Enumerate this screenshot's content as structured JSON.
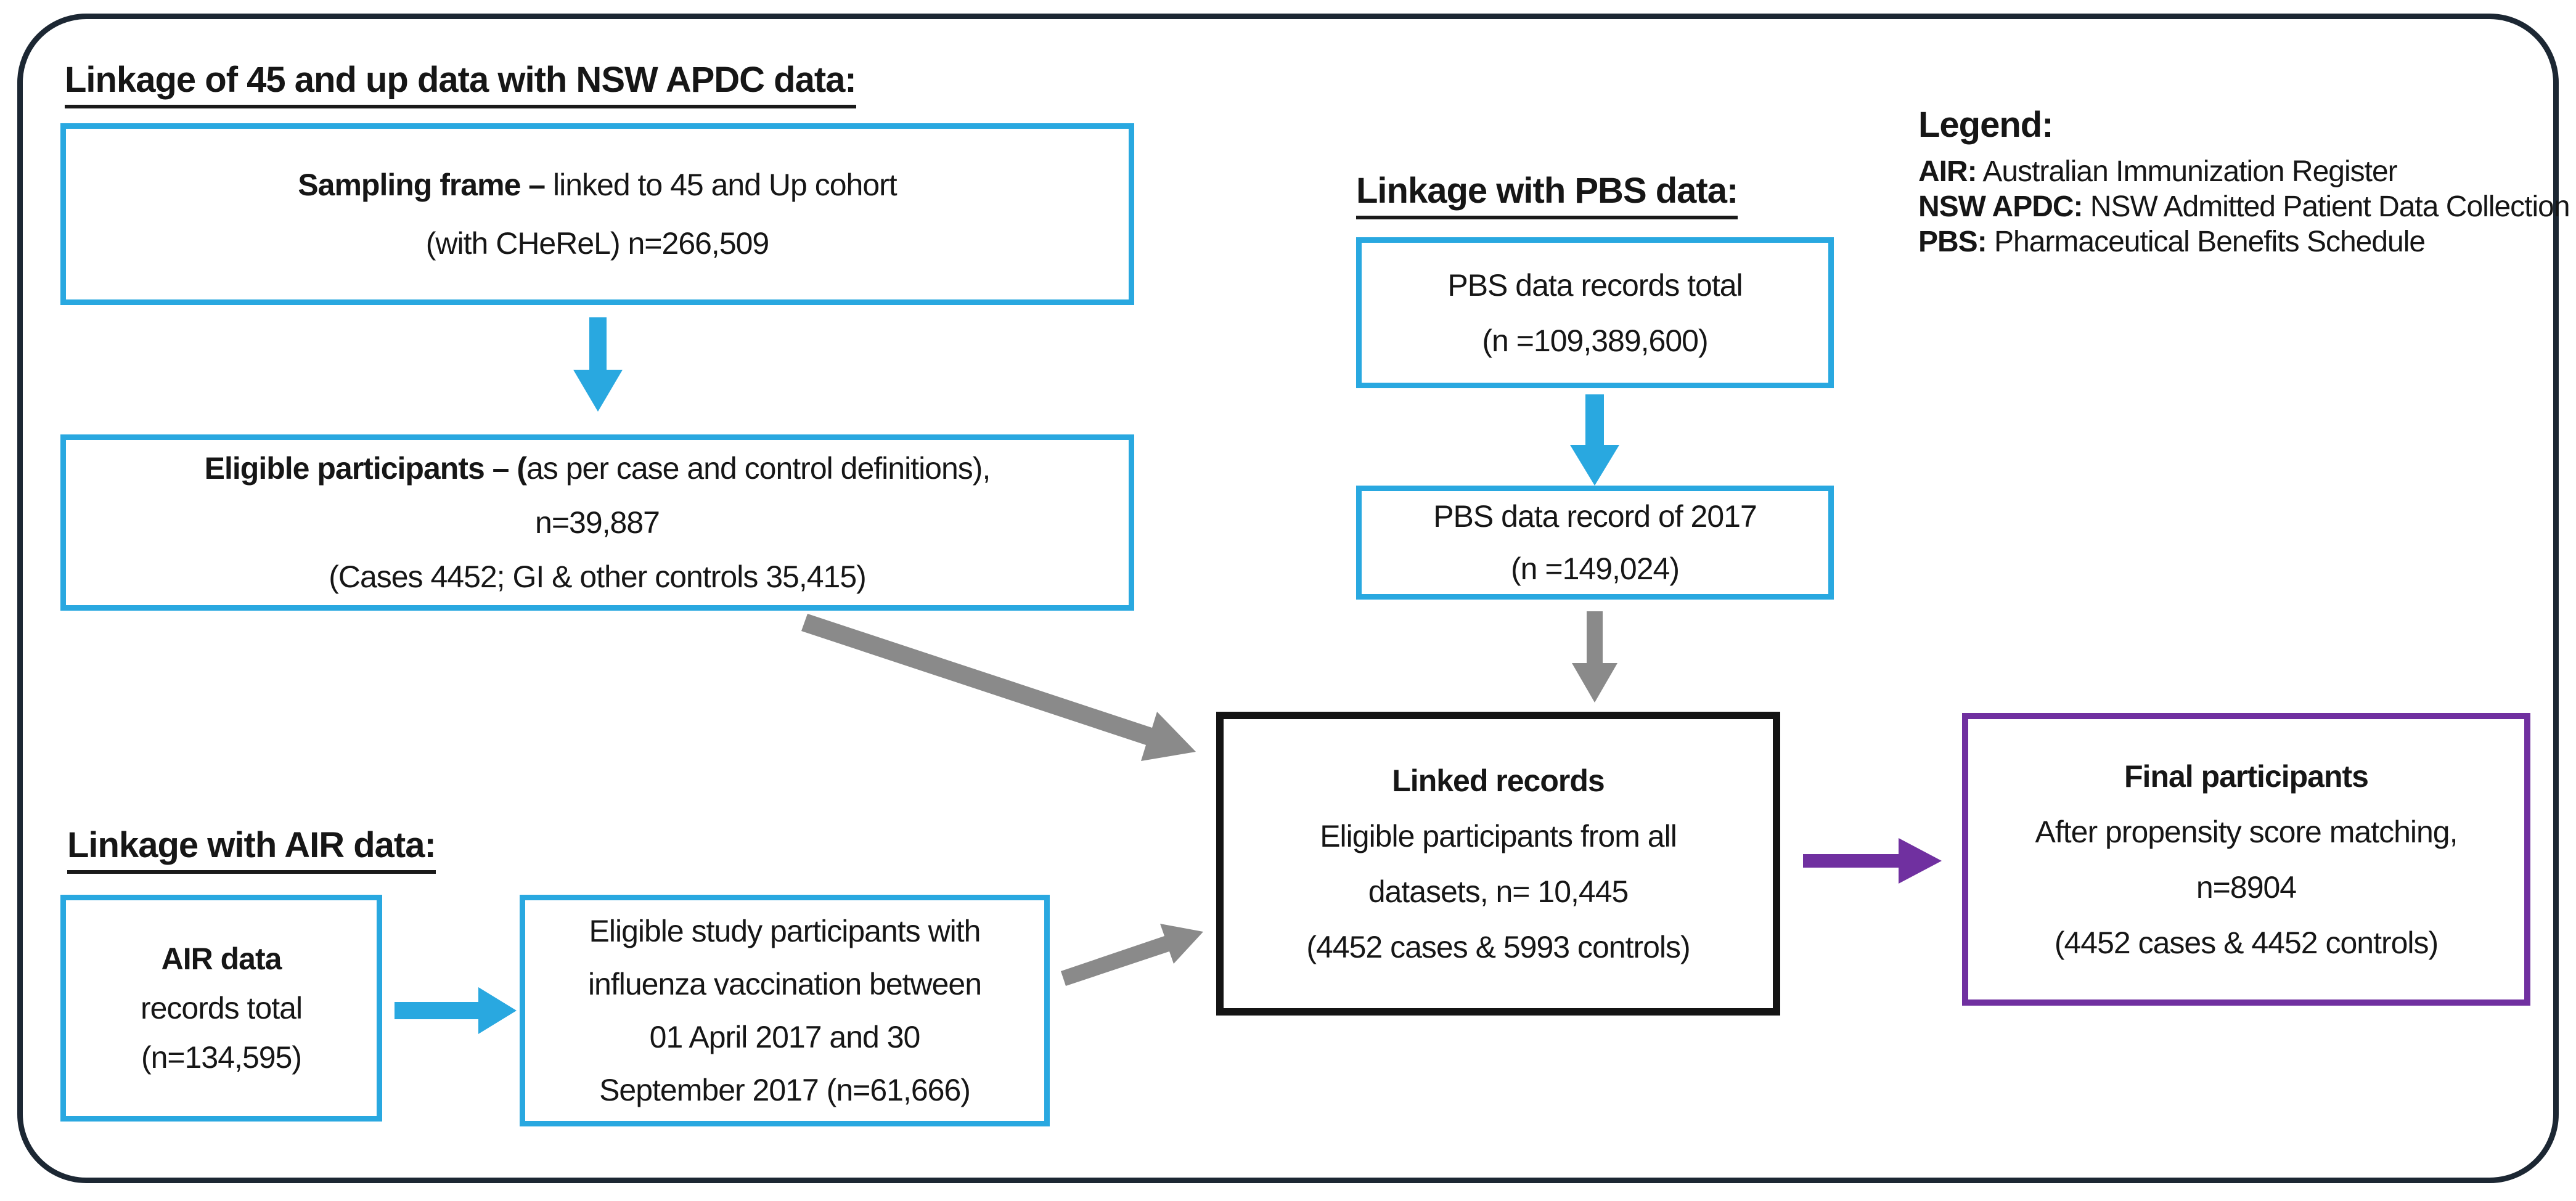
{
  "colors": {
    "blue": "#29A8E0",
    "gray": "#8A8A8A",
    "purple": "#7030A0",
    "box_black": "#141414",
    "frame": "#1C2733",
    "text": "#161616"
  },
  "sections": {
    "apdc": {
      "heading": "Linkage of 45 and up data with NSW APDC data:",
      "box_sampling": {
        "line1_bold": "Sampling frame – ",
        "line1_rest": "linked to 45 and Up cohort",
        "line2": "(with CHeReL) n=266,509"
      },
      "box_eligible": {
        "line1_bold": "Eligible participants – (",
        "line1_rest": "as per case and control definitions),",
        "line2": "n=39,887",
        "line3": "(Cases 4452; GI & other controls 35,415)"
      }
    },
    "pbs": {
      "heading": "Linkage with PBS data:",
      "box_total": {
        "line1": "PBS data records total",
        "line2": "(n =109,389,600)"
      },
      "box_2017": {
        "line1": "PBS data record of 2017",
        "line2": "(n =149,024)"
      }
    },
    "air": {
      "heading": "Linkage with AIR data:",
      "box_total": {
        "line1_bold": "AIR data",
        "line2": "records total",
        "line3": "(n=134,595)"
      },
      "box_vax": {
        "line1": "Eligible study participants with",
        "line2": "influenza vaccination between",
        "line3": "01 April 2017 and 30",
        "line4": "September 2017 (n=61,666)"
      }
    },
    "linked": {
      "line1_bold": "Linked records",
      "line2": "Eligible participants from all",
      "line3": "datasets, n= 10,445",
      "line4": "(4452 cases & 5993 controls)"
    },
    "final": {
      "line1_bold": "Final participants",
      "line2": "After propensity score matching,",
      "line3": "n=8904",
      "line4": "(4452 cases & 4452 controls)"
    },
    "legend": {
      "title": "Legend:",
      "items": [
        {
          "abbr": "AIR:",
          "full": " Australian Immunization Register"
        },
        {
          "abbr": "NSW APDC:",
          "full": " NSW Admitted Patient Data Collection"
        },
        {
          "abbr": "PBS:",
          "full": " Pharmaceutical Benefits Schedule"
        }
      ]
    }
  }
}
